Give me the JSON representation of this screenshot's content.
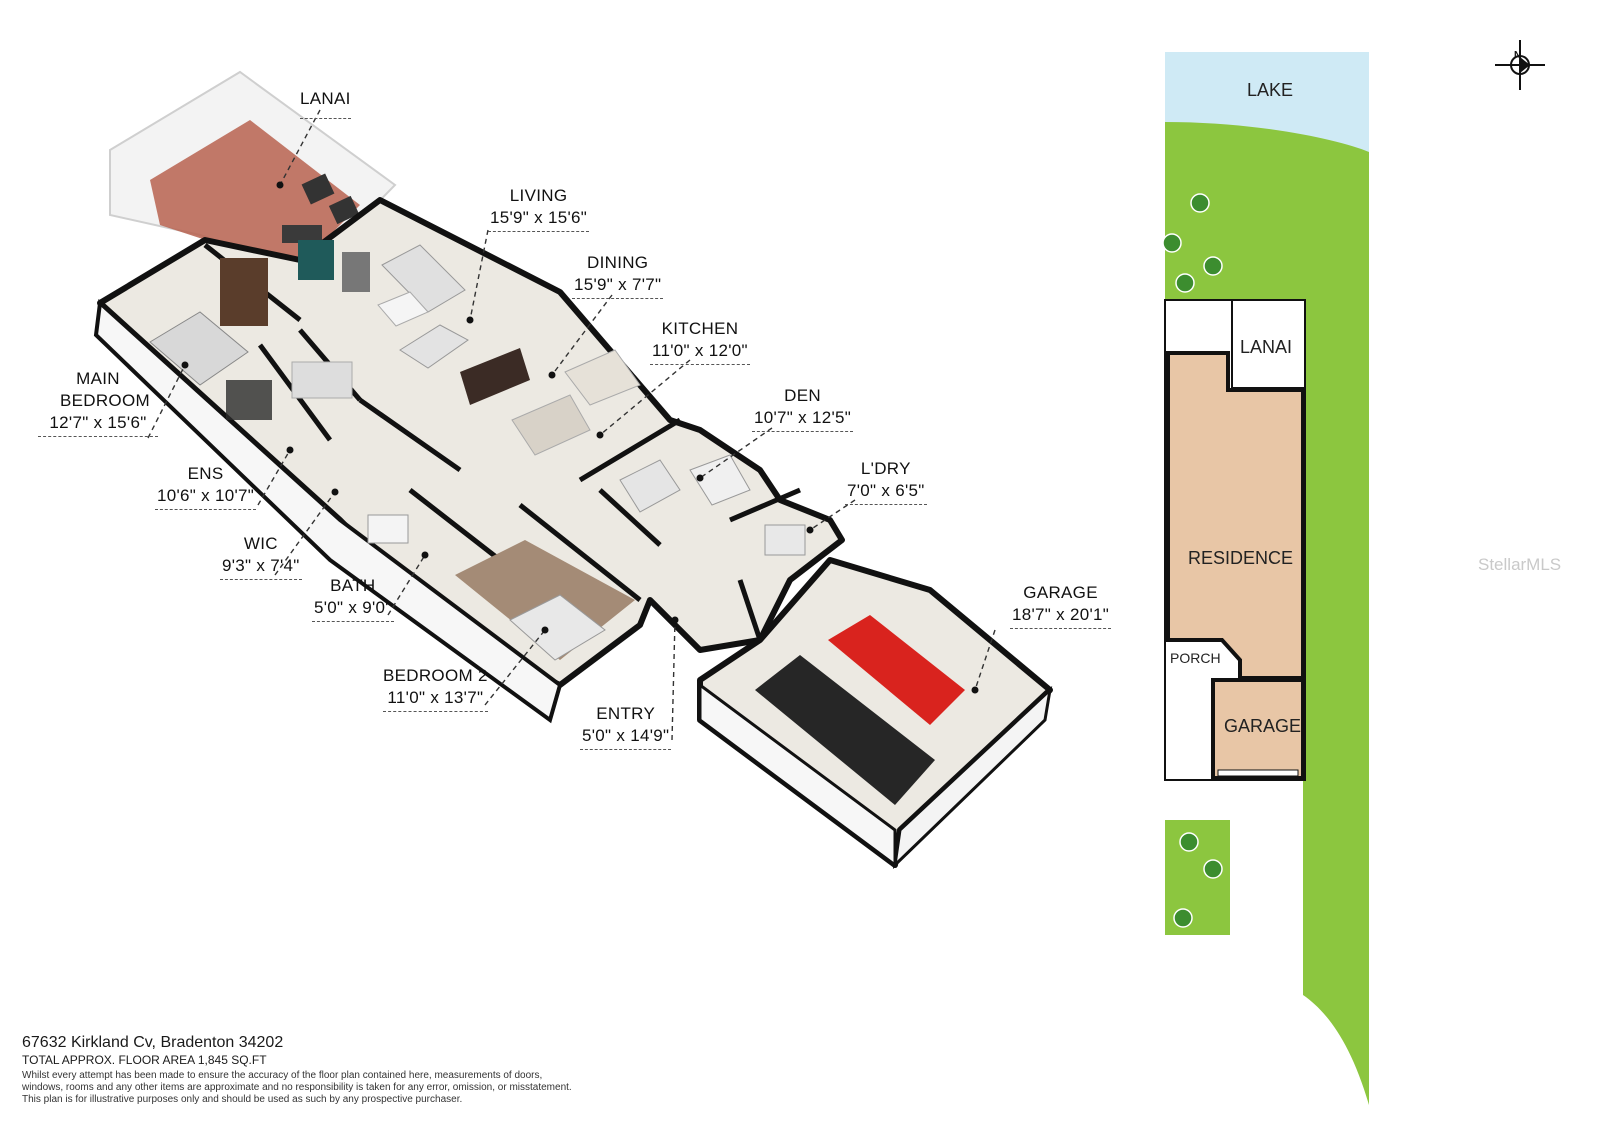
{
  "rooms": [
    {
      "id": "lanai",
      "name": "LANAI",
      "dims": ""
    },
    {
      "id": "living",
      "name": "LIVING",
      "dims": "15'9\" x 15'6\""
    },
    {
      "id": "dining",
      "name": "DINING",
      "dims": "15'9\" x 7'7\""
    },
    {
      "id": "kitchen",
      "name": "KITCHEN",
      "dims": "11'0\" x 12'0\""
    },
    {
      "id": "den",
      "name": "DEN",
      "dims": "10'7\" x 12'5\""
    },
    {
      "id": "laundry",
      "name": "L'DRY",
      "dims": "7'0\" x 6'5\""
    },
    {
      "id": "main-bedroom",
      "name": "MAIN BEDROOM",
      "dims": "12'7\" x 15'6\""
    },
    {
      "id": "ensuite",
      "name": "ENS",
      "dims": "10'6\" x 10'7\""
    },
    {
      "id": "wic",
      "name": "WIC",
      "dims": "9'3\" x 7'4\""
    },
    {
      "id": "bath",
      "name": "BATH",
      "dims": "5'0\" x 9'0\""
    },
    {
      "id": "bedroom-2",
      "name": "BEDROOM 2",
      "dims": "11'0\" x 13'7\""
    },
    {
      "id": "entry",
      "name": "ENTRY",
      "dims": "5'0\" x 14'9\""
    },
    {
      "id": "garage",
      "name": "GARAGE",
      "dims": "18'7\" x 20'1\""
    }
  ],
  "site_plan": {
    "lake": "LAKE",
    "lanai": "LANAI",
    "residence": "RESIDENCE",
    "porch": "PORCH",
    "garage": "GARAGE",
    "compass": "N"
  },
  "footer": {
    "address": "67632 Kirkland Cv, Bradenton 34202",
    "area": "TOTAL APPROX. FLOOR AREA 1,845 SQ.FT",
    "disclaimer_1": "Whilst every attempt has been made to ensure the accuracy of the floor plan contained here, measurements of doors,",
    "disclaimer_2": "windows, rooms and any other items are approximate and no responsibility is taken for any error, omission, or misstatement.",
    "disclaimer_3": "This plan is for illustrative purposes only and should be used as such by any prospective purchaser."
  },
  "watermark": "StellarMLS",
  "colors": {
    "lake": "#cfeaf5",
    "lawn": "#8cc63f",
    "residence": "#e8c6a6",
    "floor": "#ece9e2",
    "wall": "#111111",
    "lanai_brick": "#b7624f",
    "bedroom_carpet": "#a48b76",
    "car_red": "#d9231e",
    "car_black": "#262626"
  }
}
